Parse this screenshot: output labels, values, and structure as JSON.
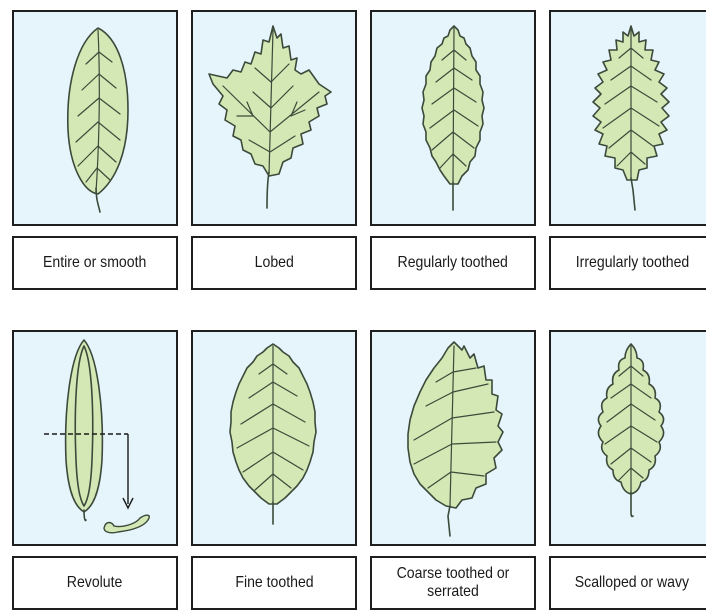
{
  "cards": [
    {
      "label": "Entire or smooth",
      "icon": "entire-leaf-icon"
    },
    {
      "label": "Lobed",
      "icon": "lobed-leaf-icon"
    },
    {
      "label": "Regularly toothed",
      "icon": "regularly-toothed-leaf-icon"
    },
    {
      "label": "Irregularly toothed",
      "icon": "irregularly-toothed-leaf-icon"
    },
    {
      "label": "Revolute",
      "icon": "revolute-leaf-icon"
    },
    {
      "label": "Fine toothed",
      "icon": "fine-toothed-leaf-icon"
    },
    {
      "label": "Coarse toothed or serrated",
      "icon": "coarse-toothed-leaf-icon"
    },
    {
      "label": "Scalloped or wavy",
      "icon": "scalloped-leaf-icon"
    }
  ],
  "colors": {
    "panel_background": "#e6f5fc",
    "leaf_fill": "#d3e8b4",
    "outline": "#3b4a3a",
    "border": "#1f1f1f"
  }
}
